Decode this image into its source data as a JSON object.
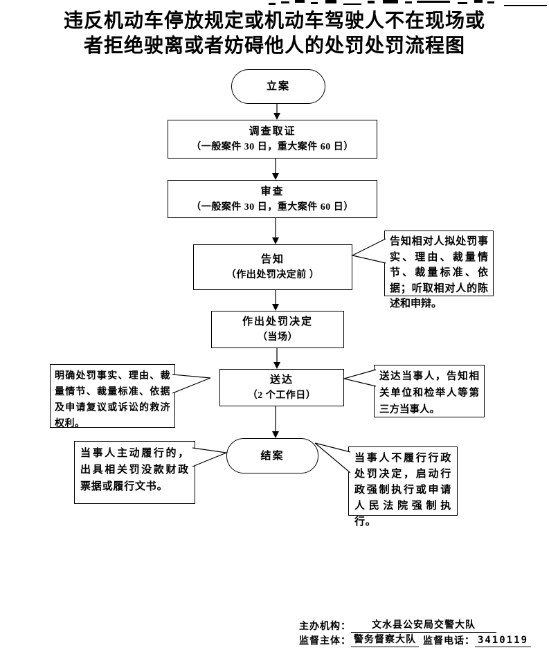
{
  "title": {
    "line1": "违反机动车停放规定或机动车驾驶人不在现场或",
    "line2": "者拒绝驶离或者妨碍他人的处罚处罚流程图"
  },
  "flowchart": {
    "nodes": [
      {
        "id": "start",
        "shape": "stadium",
        "label": "立案",
        "sublabel": ""
      },
      {
        "id": "investigate",
        "shape": "rect",
        "label": "调查取证",
        "sublabel": "（一般案件 30 日，重大案件 60 日）"
      },
      {
        "id": "review",
        "shape": "rect",
        "label": "审查",
        "sublabel": "（一般案件 30 日，重大案件 60 日）"
      },
      {
        "id": "notify",
        "shape": "rect",
        "label": "告知",
        "sublabel": "（作出处罚决定前 ）"
      },
      {
        "id": "decision",
        "shape": "rect",
        "label": "作出处罚决定",
        "sublabel": "（当场）"
      },
      {
        "id": "deliver",
        "shape": "rect",
        "label": "送达",
        "sublabel": "（2 个工作日）"
      },
      {
        "id": "close",
        "shape": "stadium",
        "label": "结案",
        "sublabel": ""
      }
    ],
    "callouts": [
      {
        "id": "notify-right",
        "side": "right",
        "text": "告知相对人拟处罚事实、理由、裁量情节、裁量标准、依据；听取相对人的陈述和申辩。"
      },
      {
        "id": "deliver-left",
        "side": "left",
        "text": "明确处罚事实、理由、裁量情节、裁量标准、依据及申请复议或诉讼的救济权利。"
      },
      {
        "id": "deliver-right",
        "side": "right",
        "text": "送达当事人，告知相关单位和检举人等第三方当事人。"
      },
      {
        "id": "close-left",
        "side": "left",
        "text": "当事人主动履行的，出具相关罚没款财政票据或履行文书。"
      },
      {
        "id": "close-right",
        "side": "right",
        "text": "当事人不履行行政处罚决定，启动行政强制执行或申请人民法院强制执行。"
      }
    ]
  },
  "footer": {
    "organizer_label": "主办机构：",
    "organizer_value": "文水县公安局交警大队",
    "supervisor_label": "监督主体：",
    "supervisor_value": "警务督察大队",
    "phone_label": "监督电话：",
    "phone_value": "3410119"
  },
  "colors": {
    "stroke": "#000000",
    "background": "#ffffff",
    "connector": "#3a3a3a"
  }
}
